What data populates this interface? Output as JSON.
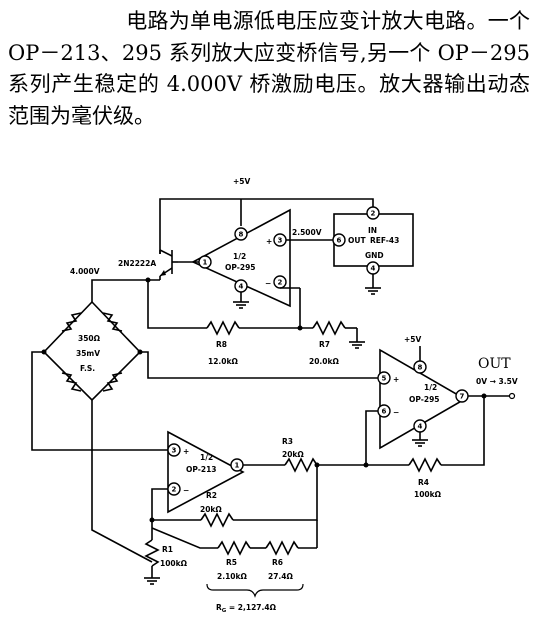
{
  "description": {
    "text": "电路为单电源低电压应变计放大电路。一个 OP－213、295 系列放大应变桥信号,另一个 OP－295 系列产生稳定的 4.000V 桥激励电压。放大器输出动态范围为毫伏级。"
  },
  "circuit": {
    "supply_top": "+5V",
    "supply_u2": "+5V",
    "transistor": "2N2222A",
    "bridge_voltage": "4.000V",
    "bridge_r": "350Ω",
    "bridge_sig": "35mV",
    "bridge_fs": "F.S.",
    "u1_half": "1/2",
    "u1_name": "OP-295",
    "u1_vref": "2.500V",
    "ref_name": "REF-43",
    "ref_in": "IN",
    "ref_out": "OUT",
    "ref_gnd": "GND",
    "r8_name": "R8",
    "r8_val": "12.0kΩ",
    "r7_name": "R7",
    "r7_val": "20.0kΩ",
    "u2_half": "1/2",
    "u2_name": "OP-295",
    "out_label": "OUT",
    "out_range": "0V → 3.5V",
    "u3_half": "1/2",
    "u3_name": "OP-213",
    "r3_name": "R3",
    "r3_val": "20kΩ",
    "r4_name": "R4",
    "r4_val": "100kΩ",
    "r2_name": "R2",
    "r2_val": "20kΩ",
    "r1_name": "R1",
    "r1_val": "100kΩ",
    "r5_name": "R5",
    "r5_val": "2.10kΩ",
    "r6_name": "R6",
    "r6_val": "27.4Ω",
    "rg_eq": "R",
    "rg_sub": "G",
    "rg_val": " = 2,127.4Ω",
    "pins": {
      "u1_in_plus": "3",
      "u1_in_minus": "2",
      "u1_out": "1",
      "u1_vcc": "8",
      "u1_gnd": "4",
      "ref_in": "2",
      "ref_out": "6",
      "ref_gnd": "4",
      "u2_in_plus": "5",
      "u2_in_minus": "6",
      "u2_out": "7",
      "u2_vcc": "8",
      "u2_gnd": "4",
      "u3_in_plus": "3",
      "u3_in_minus": "2",
      "u3_out": "1"
    }
  }
}
